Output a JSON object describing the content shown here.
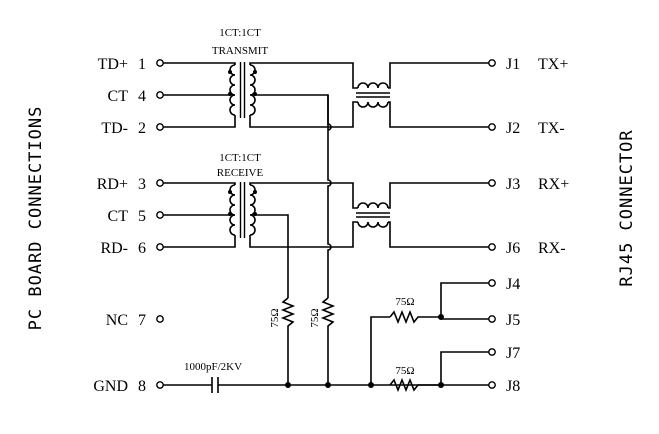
{
  "left_side_label": "PC BOARD CONNECTIONS",
  "right_side_label": "RJ45 CONNECTOR",
  "transformer_tx": {
    "ratio": "1CT:1CT",
    "name": "TRANSMIT"
  },
  "transformer_rx": {
    "ratio": "1CT:1CT",
    "name": "RECEIVE"
  },
  "pins_left": [
    {
      "name": "TD+",
      "num": "1"
    },
    {
      "name": "CT",
      "num": "4"
    },
    {
      "name": "TD-",
      "num": "2"
    },
    {
      "name": "RD+",
      "num": "3"
    },
    {
      "name": "CT",
      "num": "5"
    },
    {
      "name": "RD-",
      "num": "6"
    },
    {
      "name": "NC",
      "num": "7"
    },
    {
      "name": "GND",
      "num": "8"
    }
  ],
  "pins_right": [
    {
      "name": "J1",
      "signal": "TX+"
    },
    {
      "name": "J2",
      "signal": "TX-"
    },
    {
      "name": "J3",
      "signal": "RX+"
    },
    {
      "name": "J6",
      "signal": "RX-"
    },
    {
      "name": "J4",
      "signal": ""
    },
    {
      "name": "J5",
      "signal": ""
    },
    {
      "name": "J7",
      "signal": ""
    },
    {
      "name": "J8",
      "signal": ""
    }
  ],
  "resistors": {
    "r_ct5": "75Ω",
    "r_ct4": "75Ω",
    "r_j45": "75Ω",
    "r_j78": "75Ω"
  },
  "capacitor": "1000pF/2KV"
}
